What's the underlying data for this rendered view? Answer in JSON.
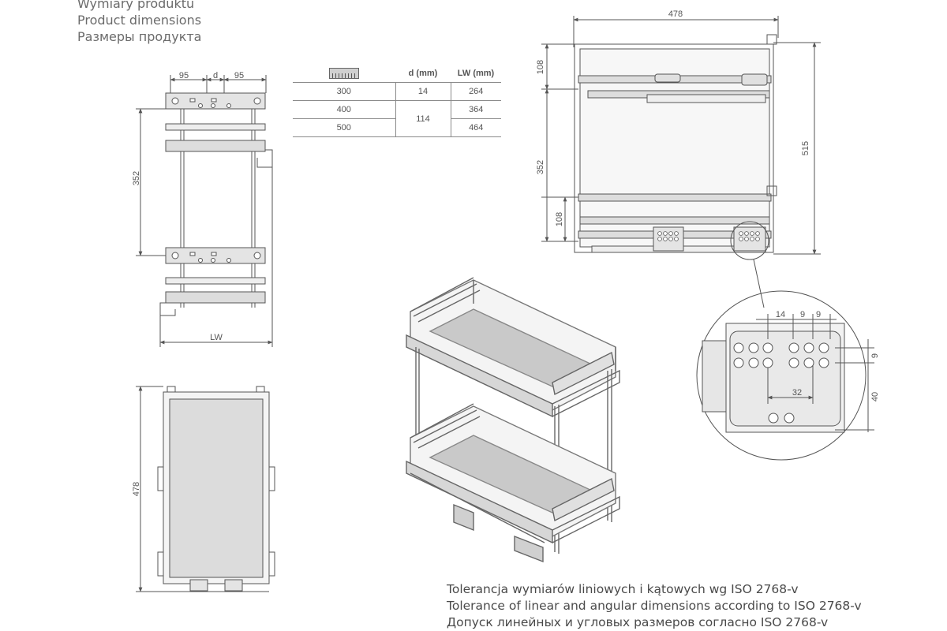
{
  "title": {
    "pl": "Wymiary produktu",
    "en": "Product dimensions",
    "ru": "Размеры продукта"
  },
  "table": {
    "headers": [
      "d (mm)",
      "LW (mm)"
    ],
    "rows": [
      {
        "width": "300",
        "d": "14",
        "lw": "264"
      },
      {
        "width": "400",
        "d": "114",
        "lw": "364"
      },
      {
        "width": "500",
        "d": "",
        "lw": "464"
      }
    ]
  },
  "front_view": {
    "dim_left": "95",
    "dim_mid": "d",
    "dim_right": "95",
    "dim_height": "352",
    "dim_width": "LW"
  },
  "top_view": {
    "dim_depth": "478"
  },
  "side_view": {
    "dim_depth": "478",
    "dim_total_height": "515",
    "dim_top_offset": "108",
    "dim_basket_spacing": "352",
    "dim_bottom_offset": "108"
  },
  "detail_view": {
    "dim_a": "14",
    "dim_b": "9",
    "dim_c": "9",
    "dim_hole_spacing": "32",
    "dim_vertical_small": "9",
    "dim_vertical_large": "40"
  },
  "tolerance": {
    "pl": "Tolerancja wymiarów liniowych i kątowych wg ISO 2768-v",
    "en": "Tolerance of linear and angular dimensions according to ISO 2768-v",
    "ru": "Допуск линейных и угловых размеров согласно ISO 2768-v"
  }
}
